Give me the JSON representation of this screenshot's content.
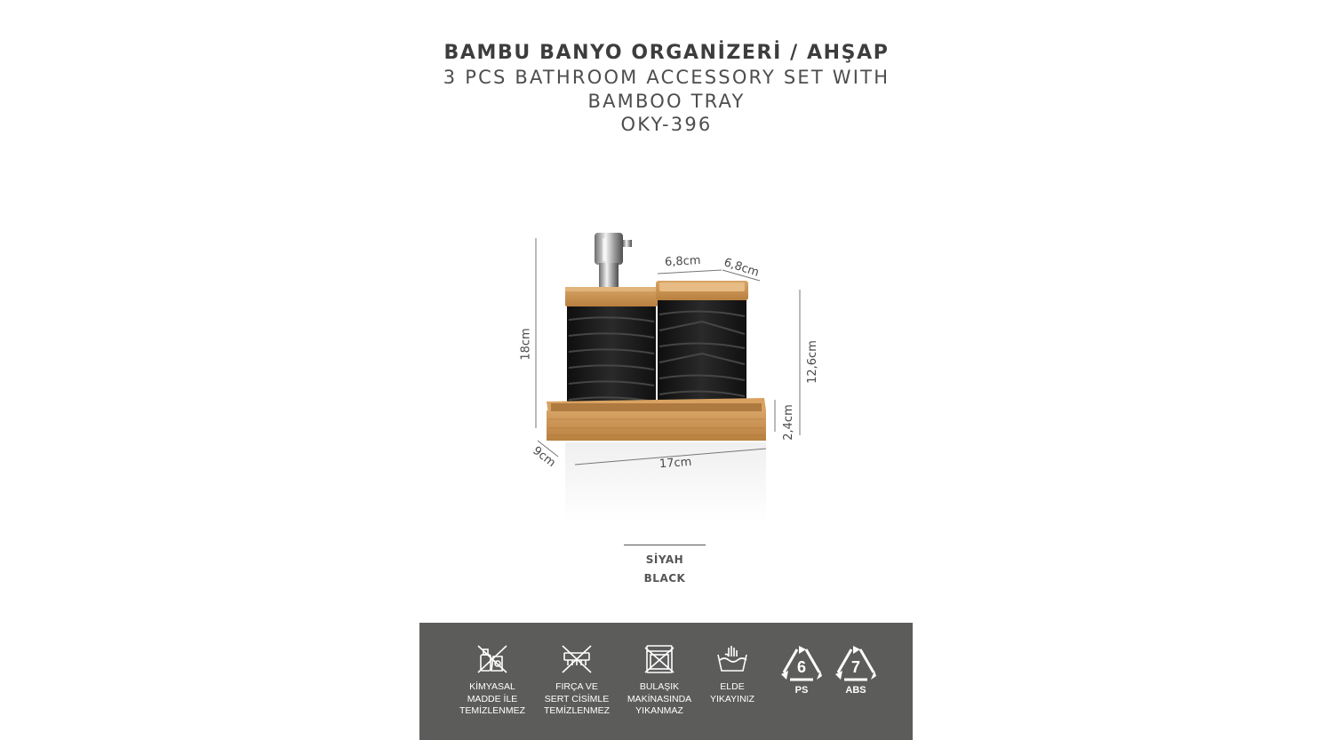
{
  "title": {
    "main": "BAMBU BANYO ORGANİZERİ / AHŞAP",
    "sub_line1": "3 PCS BATHROOM ACCESSORY SET WITH",
    "sub_line2": "BAMBOO TRAY",
    "code": "OKY-396"
  },
  "dimensions": {
    "height_total": "18cm",
    "tumbler_width": "6,8cm",
    "tumbler_depth": "6,8cm",
    "tumbler_height": "12,6cm",
    "tray_height": "2,4cm",
    "tray_length": "17cm",
    "tray_depth": "9cm"
  },
  "color": {
    "tr": "SİYAH",
    "en": "BLACK"
  },
  "care": [
    {
      "icon": "no-chemical-icon",
      "label": "KİMYASAL\nMADDE İLE\nTEMİZLENMEZ"
    },
    {
      "icon": "no-brush-icon",
      "label": "FIRÇA VE\nSERT CİSİMLE\nTEMİZLENMEZ"
    },
    {
      "icon": "no-dishwasher-icon",
      "label": "BULAŞIK\nMAKİNASINDA\nYIKANMAZ"
    },
    {
      "icon": "hand-wash-icon",
      "label": "ELDE\nYIKAYINIZ"
    }
  ],
  "recycle": [
    {
      "number": "6",
      "code": "PS"
    },
    {
      "number": "7",
      "code": "ABS"
    }
  ],
  "colors": {
    "care_bar_bg": "#5c5c5b",
    "bamboo": "#c99456",
    "body_black": "#1c1c1c"
  }
}
